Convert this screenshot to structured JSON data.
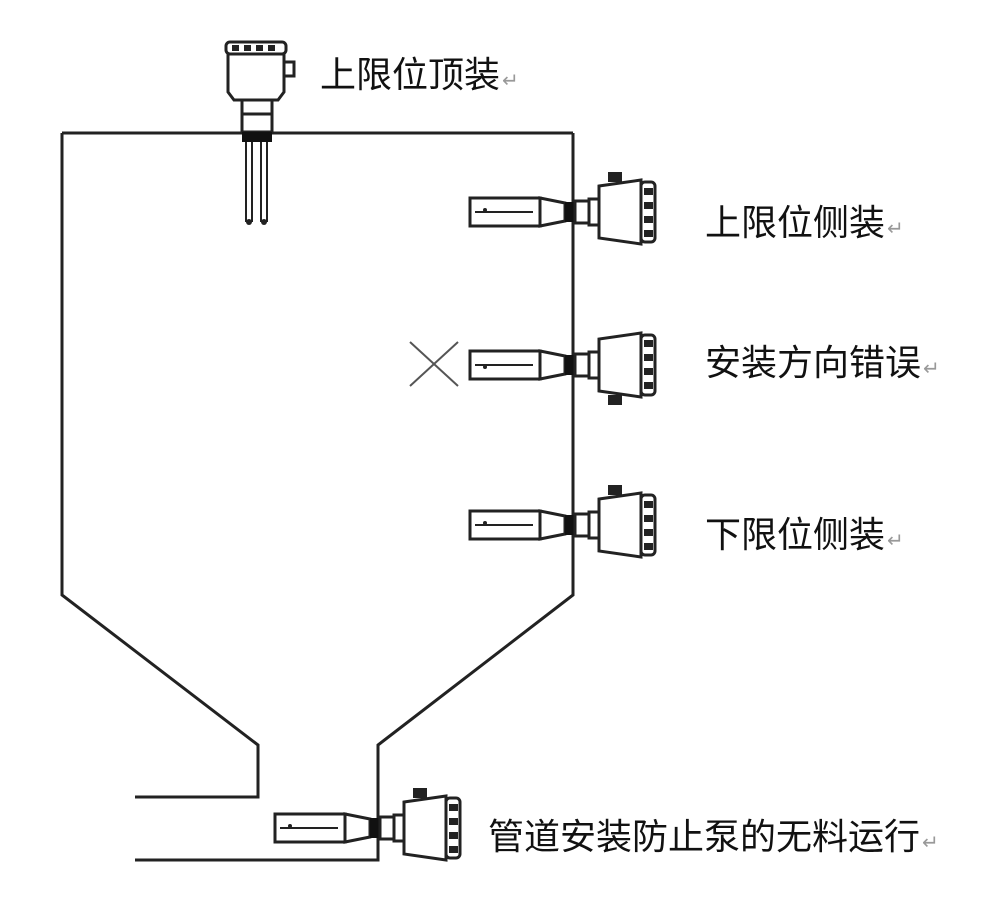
{
  "labels": {
    "top_mount": "上限位顶装",
    "upper_side": "上限位侧装",
    "wrong_direction": "安装方向错误",
    "lower_side": "下限位侧装",
    "pipe_mount": "管道安装防止泵的无料运行"
  },
  "return_mark": "↵",
  "colors": {
    "line": "#222222",
    "wrong_mark": "#555555"
  }
}
